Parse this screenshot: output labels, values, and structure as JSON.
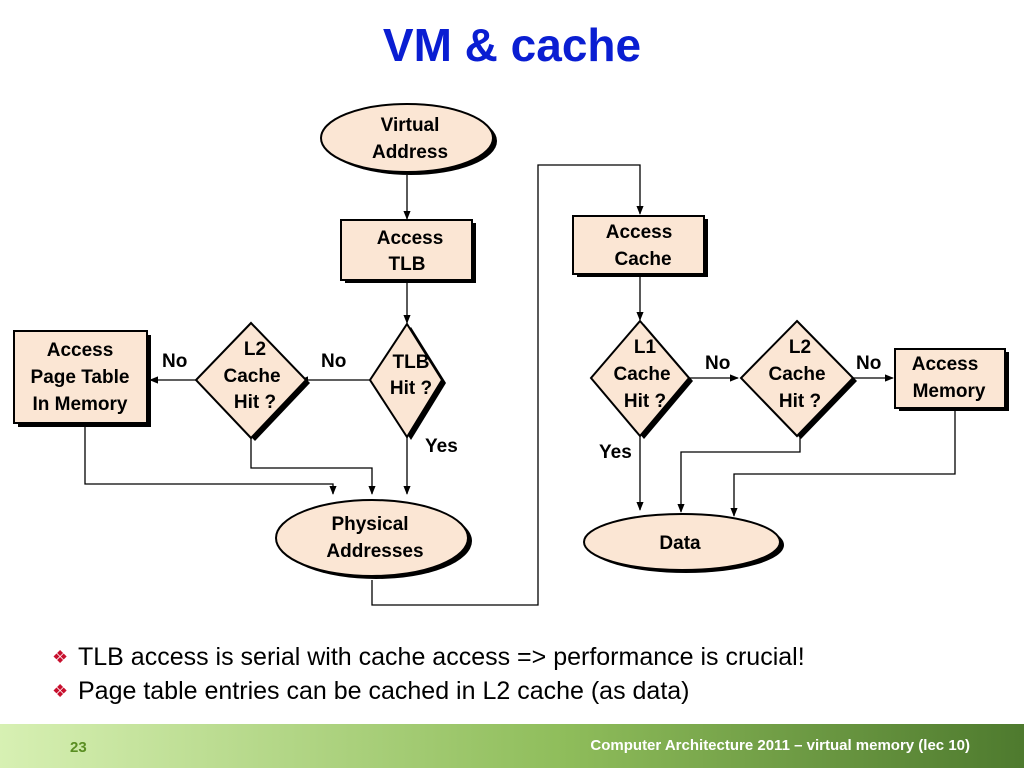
{
  "slide": {
    "title": "VM & cache"
  },
  "diagram": {
    "virtual_address": [
      "Virtual",
      "Address"
    ],
    "access_tlb": [
      "Access",
      "TLB"
    ],
    "tlb_hit": [
      "TLB",
      "Hit ?"
    ],
    "l2_cache_hit_left": [
      "L2",
      "Cache",
      "Hit ?"
    ],
    "access_page_table": [
      "Access",
      "Page Table",
      "In Memory"
    ],
    "physical_addresses": [
      "Physical",
      "Addresses"
    ],
    "access_cache": [
      "Access",
      "Cache"
    ],
    "l1_cache_hit": [
      "L1",
      "Cache",
      "Hit ?"
    ],
    "l2_cache_hit_right": [
      "L2",
      "Cache",
      "Hit ?"
    ],
    "access_memory": [
      "Access",
      "Memory"
    ],
    "data": "Data",
    "labels": {
      "no": "No",
      "yes": "Yes"
    }
  },
  "bullets": [
    "TLB access is serial with cache access => performance is crucial!",
    "Page table entries can be cached in L2 cache (as data)"
  ],
  "footer": {
    "page_number": "23",
    "text": "Computer Architecture 2011 – virtual memory (lec 10)"
  },
  "colors": {
    "title": "#0a1ed2",
    "node_fill": "#fbe6d4",
    "bullet_mark": "#c8102e",
    "page_number": "#5a8e22"
  }
}
